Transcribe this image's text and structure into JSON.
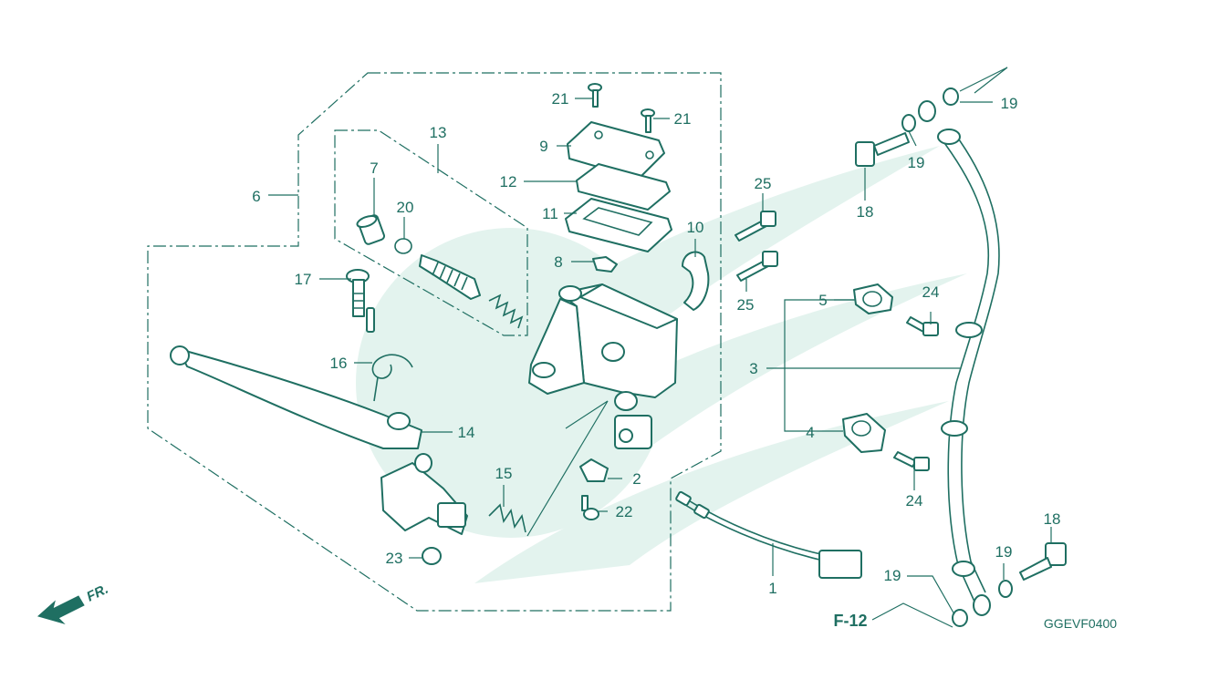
{
  "colors": {
    "line": "#1f6f62",
    "watermark": "#e3f3ee",
    "background": "#ffffff"
  },
  "callouts": {
    "c1": "1",
    "c2": "2",
    "c3": "3",
    "c4": "4",
    "c5": "5",
    "c6": "6",
    "c7": "7",
    "c8": "8",
    "c9": "9",
    "c10": "10",
    "c11": "11",
    "c12": "12",
    "c13": "13",
    "c14": "14",
    "c15": "15",
    "c16": "16",
    "c17": "17",
    "c18a": "18",
    "c18b": "18",
    "c19a": "19",
    "c19b": "19",
    "c19c": "19",
    "c19d": "19",
    "c20": "20",
    "c21a": "21",
    "c21b": "21",
    "c22": "22",
    "c23": "23",
    "c24a": "24",
    "c24b": "24",
    "c25a": "25",
    "c25b": "25"
  },
  "page_reference": "F-12",
  "direction_label": "FR.",
  "drawing_code": "GGEVF0400",
  "icons": {
    "direction": "front-direction-arrow-icon",
    "watermark": "brand-wing-watermark-icon"
  }
}
